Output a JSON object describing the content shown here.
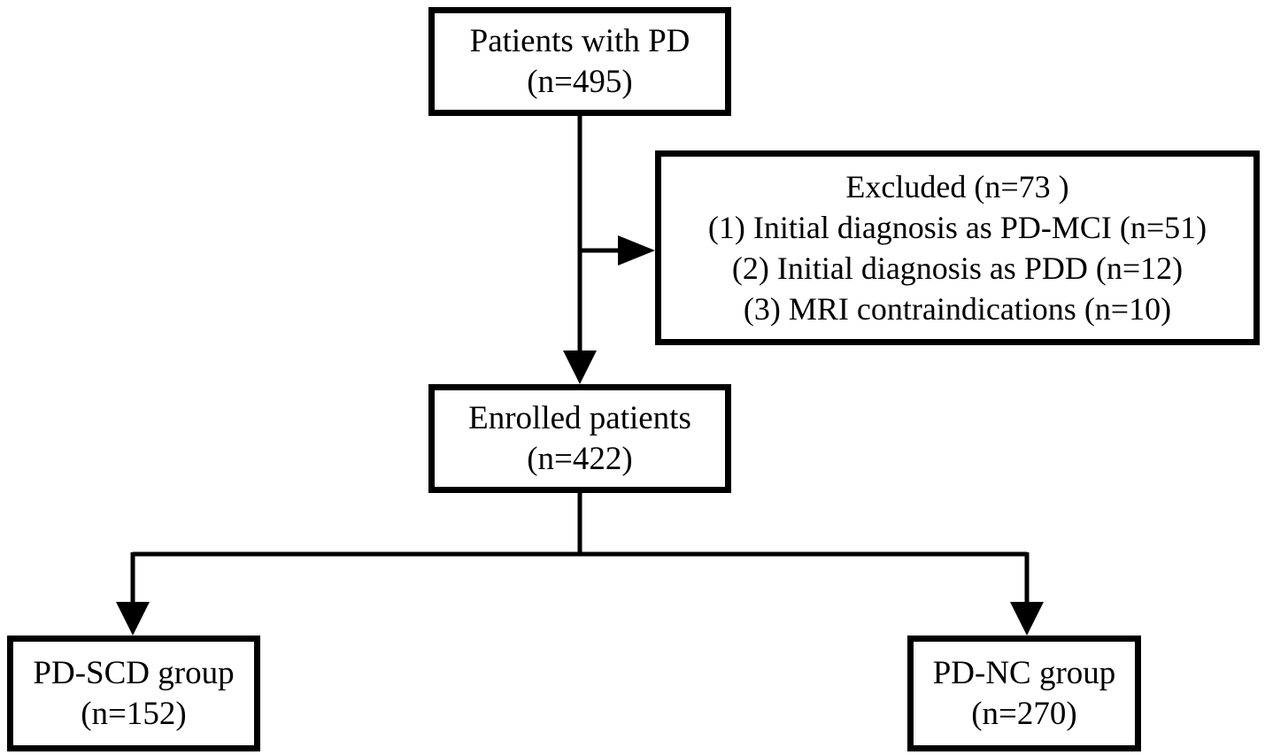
{
  "boxes": {
    "patients": {
      "line1": "Patients with PD",
      "line2": "(n=495)"
    },
    "excluded": {
      "title": "Excluded (n=73 )",
      "items": [
        "(1) Initial diagnosis as PD-MCI (n=51)",
        "(2) Initial diagnosis as PDD (n=12)",
        "(3) MRI contraindications (n=10)"
      ]
    },
    "enrolled": {
      "line1": "Enrolled patients",
      "line2": "(n=422)"
    },
    "pd_scd": {
      "line1": "PD-SCD group",
      "line2": "(n=152)"
    },
    "pd_nc": {
      "line1": "PD-NC group",
      "line2": "(n=270)"
    }
  },
  "colors": {
    "stroke": "#000000",
    "background": "#ffffff"
  }
}
